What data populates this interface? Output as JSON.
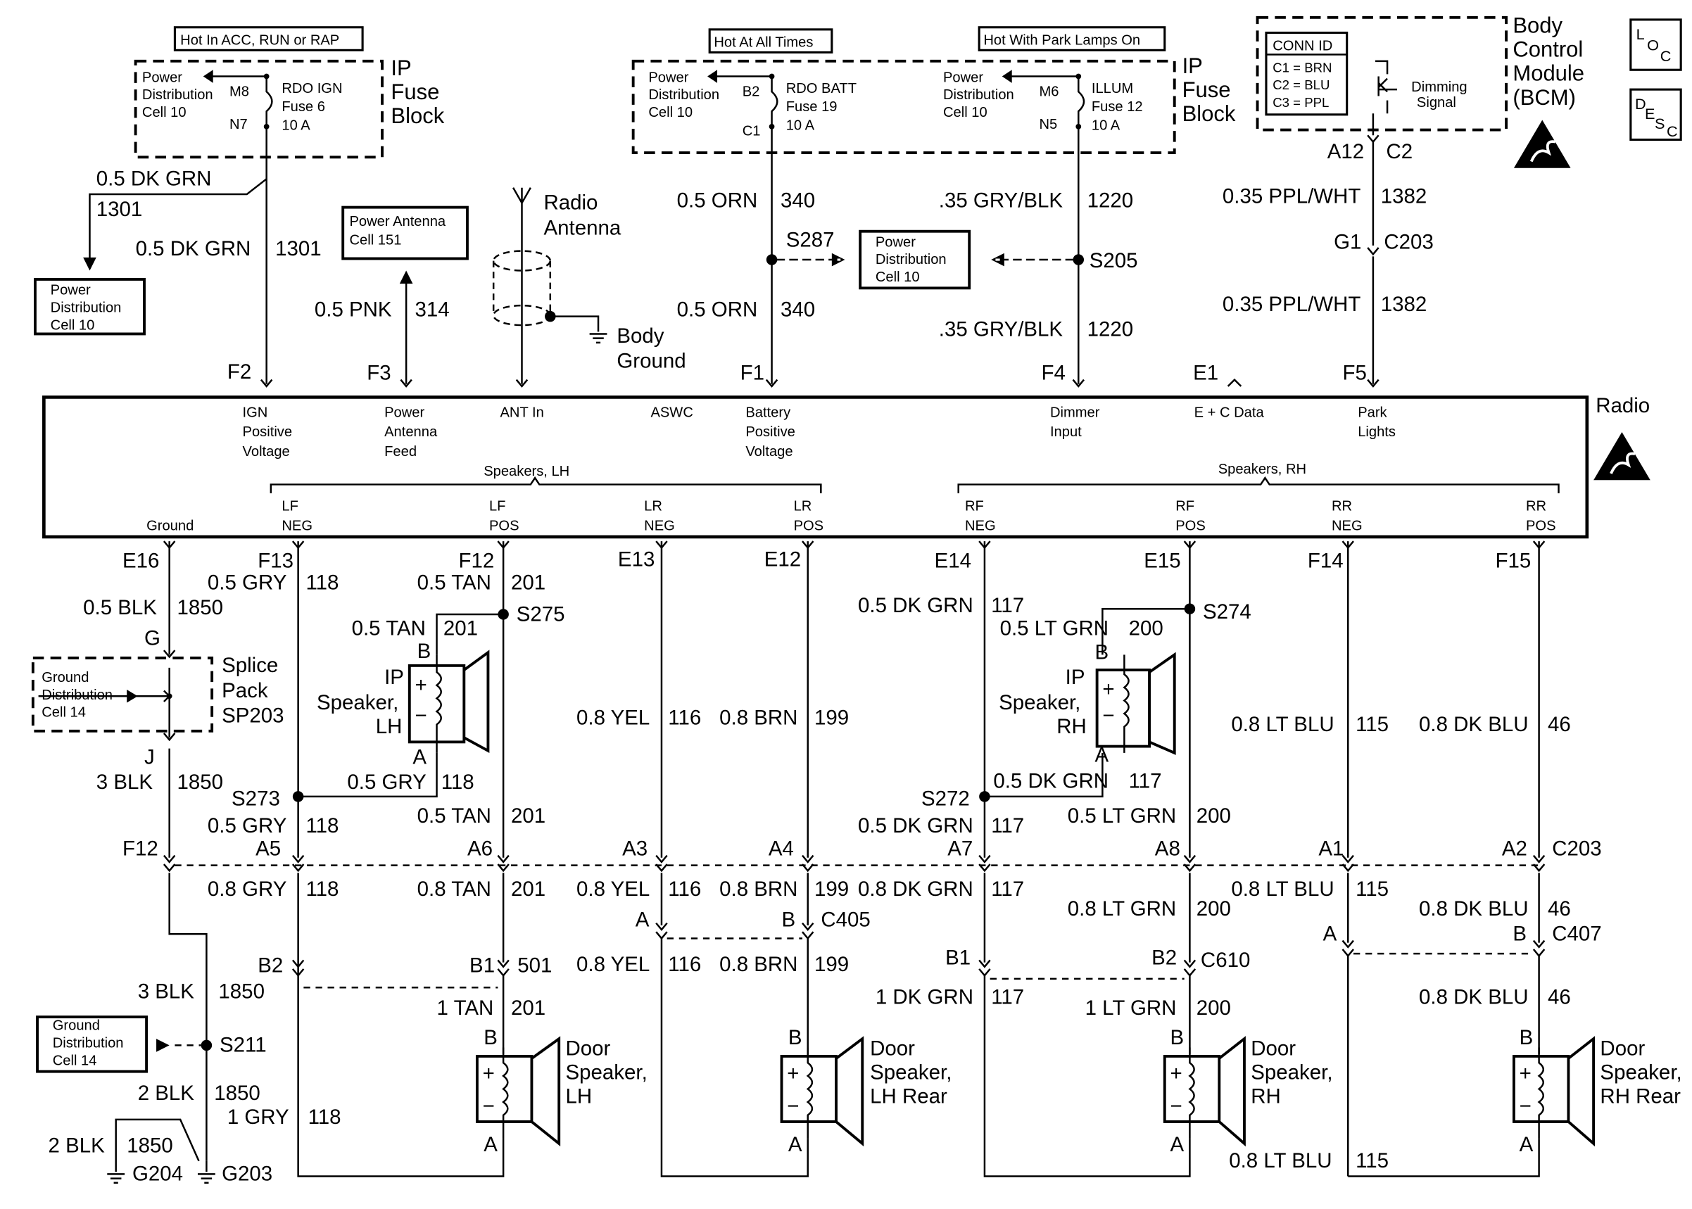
{
  "headers": {
    "hot_acc": "Hot In ACC, RUN or RAP",
    "hot_always": "Hot At All Times",
    "hot_park": "Hot With Park Lamps On"
  },
  "fuse_block_label": [
    "IP",
    "Fuse",
    "Block"
  ],
  "fuse_left": {
    "pdc": [
      "Power",
      "Distribution",
      "Cell 10"
    ],
    "pin_in": "M8",
    "pin_out": "N7",
    "name": [
      "RDO IGN",
      "Fuse 6",
      "10 A"
    ]
  },
  "fuse_mid": {
    "pdc": [
      "Power",
      "Distribution",
      "Cell 10"
    ],
    "pin_in": "B2",
    "pin_out": "C1",
    "name": [
      "RDO BATT",
      "Fuse 19",
      "10 A"
    ]
  },
  "fuse_right": {
    "pdc": [
      "Power",
      "Distribution",
      "Cell 10"
    ],
    "pin_in": "M6",
    "pin_out": "N5",
    "name": [
      "ILLUM",
      "Fuse 12",
      "10 A"
    ]
  },
  "bcm": {
    "conn_title": "CONN ID",
    "conn_rows": [
      "C1 = BRN",
      "C2 = BLU",
      "C3 = PPL"
    ],
    "dimming": [
      "Dimming",
      "Signal"
    ],
    "label": [
      "Body",
      "Control",
      "Module",
      "(BCM)"
    ],
    "pin": "A12",
    "conn": "C2"
  },
  "loc_desc": {
    "loc": [
      "L",
      "O",
      "C"
    ],
    "desc": [
      "D",
      "E",
      "S",
      "C"
    ]
  },
  "boxes": {
    "pdc_left": [
      "Power",
      "Distribution",
      "Cell 10"
    ],
    "power_antenna": [
      "Power Antenna",
      "Cell 151"
    ],
    "pdc_center": [
      "Power",
      "Distribution",
      "Cell 10"
    ],
    "ground_dist_splice": [
      "Ground",
      "Distribution",
      "Cell 14"
    ],
    "ground_dist_lower": [
      "Ground",
      "Distribution",
      "Cell 14"
    ]
  },
  "wires_top": {
    "ign_branch": "0.5 DK GRN",
    "ign_branch_num": "1301",
    "ign": "0.5 DK GRN",
    "ign_num": "1301",
    "pnk": "0.5 PNK",
    "pnk_num": "314",
    "orn1": "0.5 ORN",
    "orn1_num": "340",
    "orn2": "0.5 ORN",
    "orn2_num": "340",
    "gry1": ".35 GRY/BLK",
    "gry1_num": "1220",
    "gry2": ".35 GRY/BLK",
    "gry2_num": "1220",
    "ppl1": "0.35 PPL/WHT",
    "ppl1_num": "1382",
    "ppl2": "0.35 PPL/WHT",
    "ppl2_num": "1382",
    "g1": "G1",
    "c203_top": "C203"
  },
  "antenna": {
    "label": [
      "Radio",
      "Antenna"
    ],
    "ground": [
      "Body",
      "Ground"
    ]
  },
  "splices_top": {
    "s287": "S287",
    "s205": "S205"
  },
  "radio": {
    "name": "Radio",
    "top_pins": [
      "F2",
      "F3",
      "F1",
      "F4",
      "E1",
      "F5"
    ],
    "top_labels": {
      "ign": [
        "IGN",
        "Positive",
        "Voltage"
      ],
      "ant_feed": [
        "Power",
        "Antenna",
        "Feed"
      ],
      "ant_in": "ANT In",
      "aswc": "ASWC",
      "batt": [
        "Battery",
        "Positive",
        "Voltage"
      ],
      "dimmer": [
        "Dimmer",
        "Input"
      ],
      "data": "E + C Data",
      "park": [
        "Park",
        "Lights"
      ]
    },
    "speakers_lh": "Speakers, LH",
    "speakers_rh": "Speakers, RH",
    "bottom_labels": {
      "ground": "Ground",
      "lf_neg": [
        "LF",
        "NEG"
      ],
      "lf_pos": [
        "LF",
        "POS"
      ],
      "lr_neg": [
        "LR",
        "NEG"
      ],
      "lr_pos": [
        "LR",
        "POS"
      ],
      "rf_neg": [
        "RF",
        "NEG"
      ],
      "rf_pos": [
        "RF",
        "POS"
      ],
      "rr_neg": [
        "RR",
        "NEG"
      ],
      "rr_pos": [
        "RR",
        "POS"
      ]
    },
    "bottom_pins": [
      "E16",
      "F13",
      "F12",
      "E13",
      "E12",
      "E14",
      "E15",
      "F14",
      "F15"
    ]
  },
  "lower_wires": {
    "blk05": "0.5 BLK",
    "blk05_num": "1850",
    "gry118a": "0.5 GRY",
    "n118": "118",
    "tan201a": "0.5 TAN",
    "n201": "201",
    "tan201b": "0.5 TAN",
    "yel116": "0.8 YEL",
    "n116": "116",
    "brn199": "0.8 BRN",
    "n199": "199",
    "dkgrn117a": "0.5 DK GRN",
    "n117": "117",
    "ltgrn200a": "0.5 LT GRN",
    "n200": "200",
    "ltblu115": "0.8 LT BLU",
    "n115": "115",
    "dkblu46": "0.8 DK BLU",
    "n46": "46",
    "blk3": "3 BLK",
    "gry118b": "0.5 GRY",
    "tan201c": "0.5 TAN",
    "dkgrn117b": "0.5 DK GRN",
    "dkgrn117c": "0.5 DK GRN",
    "ltgrn200b": "0.5 LT GRN",
    "gry08": "0.8 GRY",
    "tan08": "0.8 TAN",
    "yel08": "0.8 YEL",
    "brn08": "0.8 BRN",
    "dkgrn08": "0.8 DK GRN",
    "ltgrn08": "0.8 LT GRN",
    "ltblu08": "0.8 LT BLU",
    "dkblu08": "0.8 DK BLU",
    "n501": "501",
    "blk3b": "3 BLK",
    "tan1": "1 TAN",
    "yel08b": "0.8 YEL",
    "brn08b": "0.8 BRN",
    "dkgrn1": "1 DK GRN",
    "ltgrn1": "1 LT GRN",
    "dkblu08b": "0.8 DK BLU",
    "blk2": "2 BLK",
    "gry1": "1 GRY",
    "blk2b": "2 BLK",
    "ltblu08b": "0.8 LT BLU"
  },
  "splices_bottom": {
    "s275": "S275",
    "s274": "S274",
    "s273": "S273",
    "s272": "S272",
    "s211": "S211"
  },
  "splice_pack": {
    "label": [
      "Splice",
      "Pack",
      "SP203"
    ],
    "pin_top": "G",
    "pin_bottom": "J"
  },
  "ip_speakers": {
    "lh": [
      "IP",
      "Speaker,",
      "LH"
    ],
    "rh": [
      "IP",
      "Speaker,",
      "RH"
    ],
    "pin_b": "B",
    "pin_a": "A"
  },
  "connectors": {
    "c203": "C203",
    "c203_pins": [
      "F12",
      "A5",
      "A6",
      "A3",
      "A4",
      "A7",
      "A8",
      "A1",
      "A2"
    ],
    "c405": "C405",
    "c405_pins": [
      "A",
      "B"
    ],
    "c610": "C610",
    "c610_pins": [
      "B2",
      "B1",
      "B1",
      "B2"
    ],
    "c407": "C407",
    "c407_pins": [
      "A",
      "B"
    ]
  },
  "door_speakers": {
    "lh": [
      "Door",
      "Speaker,",
      "LH"
    ],
    "lh_rear": [
      "Door",
      "Speaker,",
      "LH Rear"
    ],
    "rh": [
      "Door",
      "Speaker,",
      "RH"
    ],
    "rh_rear": [
      "Door",
      "Speaker,",
      "RH Rear"
    ],
    "pin_b": "B",
    "pin_a": "A"
  },
  "grounds": {
    "g204": "G204",
    "g203": "G203"
  }
}
